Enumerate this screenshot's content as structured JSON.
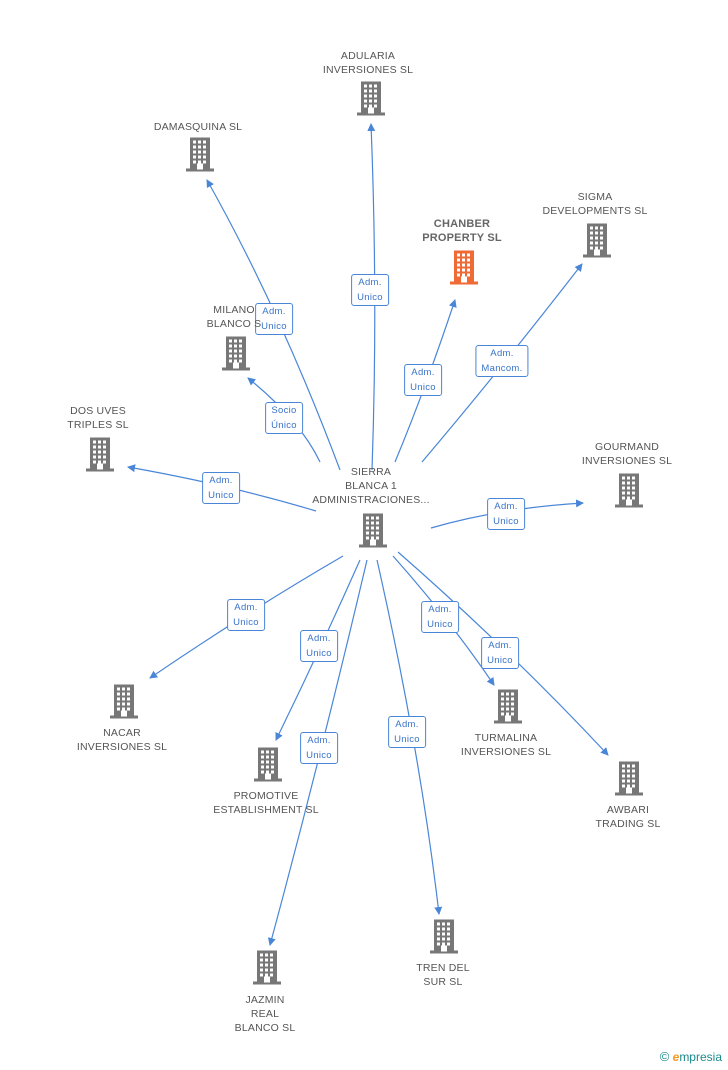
{
  "center": {
    "id": "sierra",
    "label": "SIERRA\nBLANCA 1\nADMINISTRACIONES..."
  },
  "nodes": [
    {
      "id": "sierra",
      "label": "SIERRA\nBLANCA 1\nADMINISTRACIONES...",
      "highlight": false
    },
    {
      "id": "adularia",
      "label": "ADULARIA\nINVERSIONES SL",
      "highlight": false
    },
    {
      "id": "damasquina",
      "label": "DAMASQUINA SL",
      "highlight": false
    },
    {
      "id": "chanber",
      "label": "CHANBER\nPROPERTY SL",
      "highlight": true
    },
    {
      "id": "sigma",
      "label": "SIGMA\nDEVELOPMENTS SL",
      "highlight": false
    },
    {
      "id": "milano",
      "label": "MILANO\nBLANCO S",
      "highlight": false
    },
    {
      "id": "dosuves",
      "label": "DOS UVES\nTRIPLES SL",
      "highlight": false
    },
    {
      "id": "gourmand",
      "label": "GOURMAND\nINVERSIONES SL",
      "highlight": false
    },
    {
      "id": "nacar",
      "label": "NACAR\nINVERSIONES SL",
      "highlight": false
    },
    {
      "id": "promotive",
      "label": "PROMOTIVE\nESTABLISHMENT SL",
      "highlight": false
    },
    {
      "id": "turmalina",
      "label": "TURMALINA\nINVERSIONES SL",
      "highlight": false
    },
    {
      "id": "awbari",
      "label": "AWBARI\nTRADING SL",
      "highlight": false
    },
    {
      "id": "jazmin",
      "label": "JAZMIN\nREAL\nBLANCO  SL",
      "highlight": false
    },
    {
      "id": "tren",
      "label": "TREN DEL\nSUR SL",
      "highlight": false
    }
  ],
  "edges": [
    {
      "from": "sierra",
      "to": "adularia",
      "label": "Adm.\nUnico"
    },
    {
      "from": "sierra",
      "to": "damasquina",
      "label": "Adm.\nUnico"
    },
    {
      "from": "sierra",
      "to": "chanber",
      "label": "Adm.\nUnico"
    },
    {
      "from": "sierra",
      "to": "sigma",
      "label": "Adm.\nMancom."
    },
    {
      "from": "sierra",
      "to": "milano",
      "label": "Socio\nÚnico"
    },
    {
      "from": "sierra",
      "to": "dosuves",
      "label": "Adm.\nUnico"
    },
    {
      "from": "sierra",
      "to": "gourmand",
      "label": "Adm.\nUnico"
    },
    {
      "from": "sierra",
      "to": "nacar",
      "label": "Adm.\nUnico"
    },
    {
      "from": "sierra",
      "to": "promotive",
      "label": "Adm.\nUnico"
    },
    {
      "from": "sierra",
      "to": "turmalina",
      "label": "Adm.\nUnico"
    },
    {
      "from": "sierra",
      "to": "awbari",
      "label": "Adm.\nUnico"
    },
    {
      "from": "sierra",
      "to": "jazmin",
      "label": "Adm.\nUnico"
    },
    {
      "from": "sierra",
      "to": "tren",
      "label": "Adm.\nUnico"
    }
  ],
  "colors": {
    "edge": "#4a86d8",
    "node": "#777777",
    "highlight": "#f06a35",
    "edge_label_text": "#3a74c9"
  },
  "icons": {
    "company": "building-icon"
  },
  "brand": {
    "copyright": "©",
    "initial": "e",
    "name": "mpresia"
  }
}
